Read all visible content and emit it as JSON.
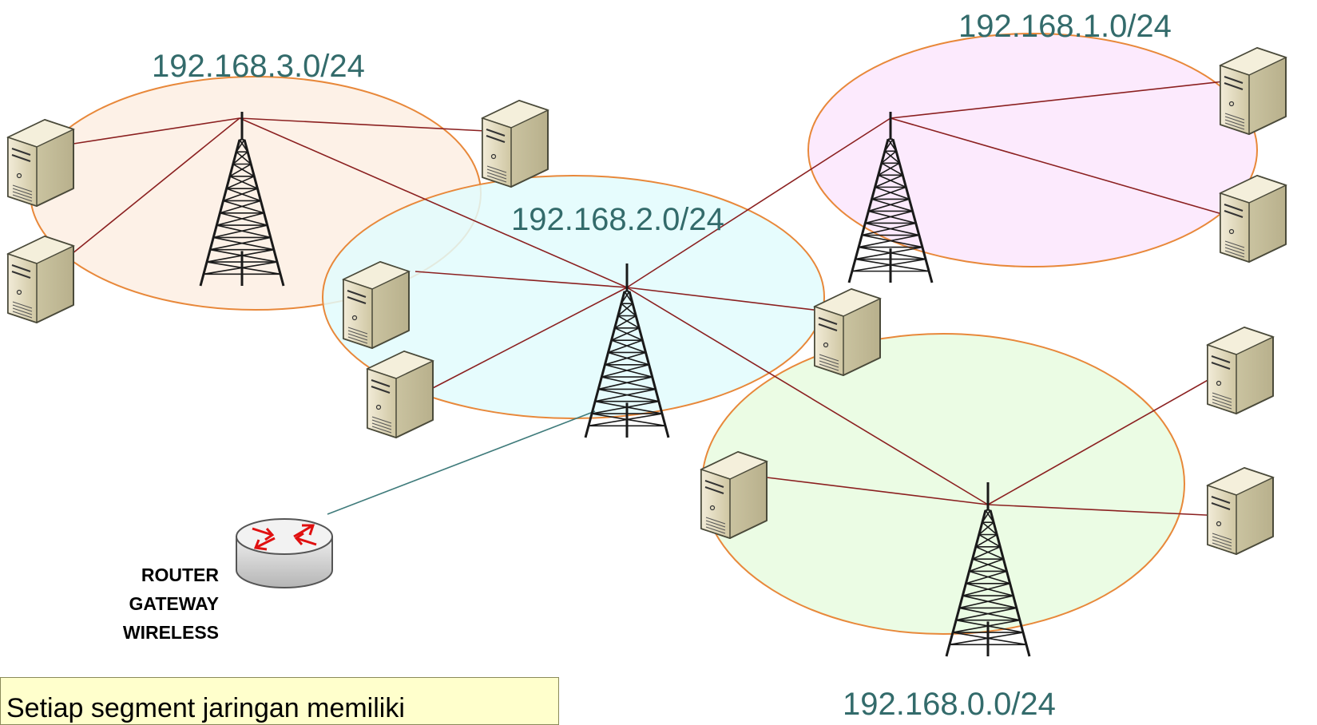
{
  "subnets": [
    {
      "id": "net3",
      "label": "192.168.3.0/24",
      "fill": "#fdefe3"
    },
    {
      "id": "net2",
      "label": "192.168.2.0/24",
      "fill": "#e2fbfd"
    },
    {
      "id": "net1",
      "label": "192.168.1.0/24",
      "fill": "#fbe6fd"
    },
    {
      "id": "net0",
      "label": "192.168.0.0/24",
      "fill": "#e8fbdf"
    }
  ],
  "router": {
    "label_lines": [
      "ROUTER",
      "GATEWAY",
      "WIRELESS"
    ]
  },
  "note": {
    "text": "Setiap segment jaringan memiliki"
  },
  "colors": {
    "ellipse_stroke": "#e8883a",
    "link_line": "#8b2020",
    "router_link": "#3f7b7b",
    "tower": "#1a1a1a",
    "router_arrow": "#e01010"
  }
}
